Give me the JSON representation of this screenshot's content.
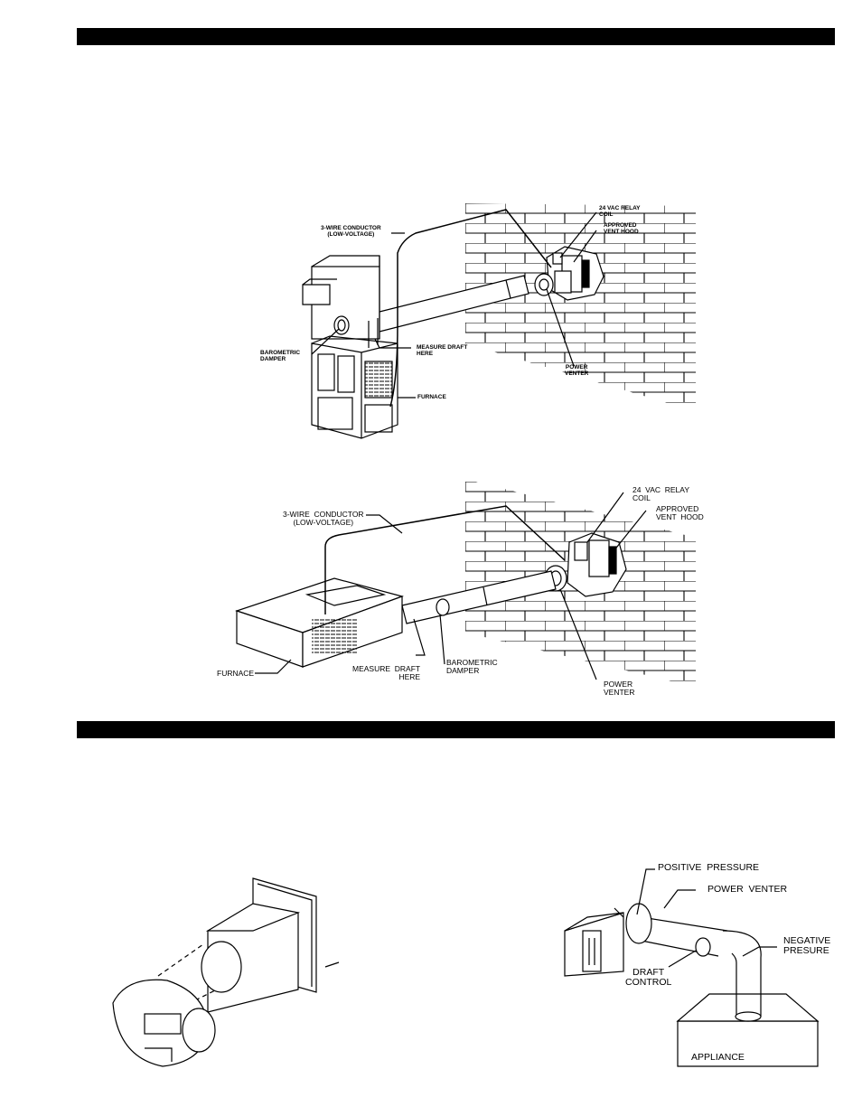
{
  "diagram1": {
    "labels": {
      "conductor": "3-WIRE CONDUCTOR\n(LOW-VOLTAGE)",
      "relay": "24 VAC RELAY\nCOIL",
      "hood": "APPROVED\nVENT HOOD",
      "damper": "BAROMETRIC\nDAMPER",
      "measure": "MEASURE DRAFT\nHERE",
      "venter": "POWER\nVENTER",
      "furnace": "FURNACE"
    }
  },
  "diagram2": {
    "labels": {
      "relay": "24  VAC  RELAY\nCOIL",
      "hood": "APPROVED\nVENT  HOOD",
      "conductor": "3-WIRE  CONDUCTOR\n(LOW-VOLTAGE)",
      "furnace": "FURNACE",
      "measure": "MEASURE  DRAFT\nHERE",
      "damper": "BAROMETRIC\nDAMPER",
      "venter": "POWER\nVENTER"
    }
  },
  "diagram4": {
    "labels": {
      "positive": "POSITIVE  PRESSURE",
      "venter": "POWER  VENTER",
      "negative": "NEGATIVE\nPRESURE",
      "draft": "DRAFT\nCONTROL",
      "appliance": "APPLIANCE"
    }
  }
}
